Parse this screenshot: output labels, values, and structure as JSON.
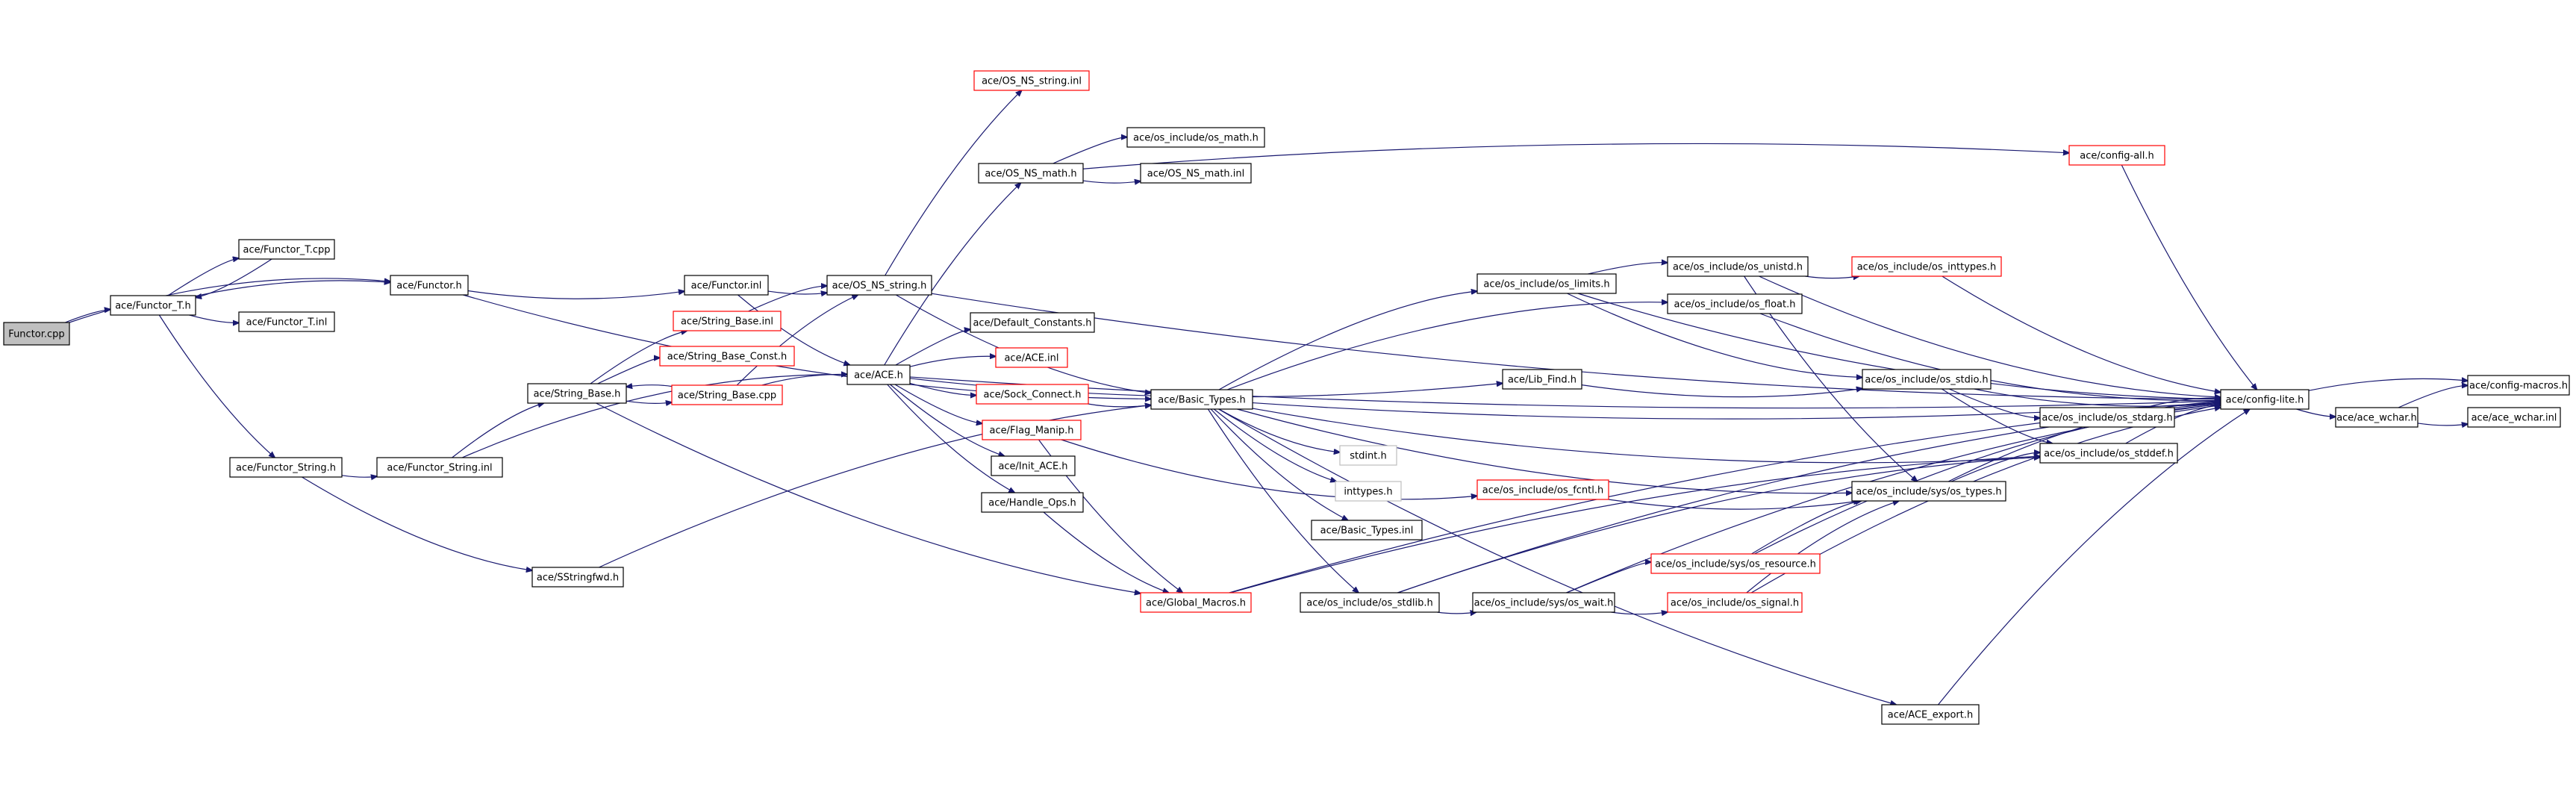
{
  "graph": {
    "colors": {
      "edge": "#191970",
      "node_border": "#000000",
      "missing_border": "#ff0000",
      "current_fill": "#bfbfbf",
      "nolink_border": "#bfbfbf"
    },
    "nodes": [
      {
        "id": "functor_cpp",
        "label": "Functor.cpp",
        "style": "current"
      },
      {
        "id": "functor_t_h",
        "label": "ace/Functor_T.h",
        "style": "normal"
      },
      {
        "id": "functor_t_cpp",
        "label": "ace/Functor_T.cpp",
        "style": "normal"
      },
      {
        "id": "functor_t_inl",
        "label": "ace/Functor_T.inl",
        "style": "normal"
      },
      {
        "id": "functor_string_h",
        "label": "ace/Functor_String.h",
        "style": "normal"
      },
      {
        "id": "functor_h",
        "label": "ace/Functor.h",
        "style": "normal"
      },
      {
        "id": "functor_string_inl",
        "label": "ace/Functor_String.inl",
        "style": "normal"
      },
      {
        "id": "sstringfwd_h",
        "label": "ace/SStringfwd.h",
        "style": "normal"
      },
      {
        "id": "string_base_h",
        "label": "ace/String_Base.h",
        "style": "normal"
      },
      {
        "id": "string_base_inl",
        "label": "ace/String_Base.inl",
        "style": "missing"
      },
      {
        "id": "string_base_const_h",
        "label": "ace/String_Base_Const.h",
        "style": "missing"
      },
      {
        "id": "string_base_cpp",
        "label": "ace/String_Base.cpp",
        "style": "missing"
      },
      {
        "id": "functor_inl",
        "label": "ace/Functor.inl",
        "style": "normal"
      },
      {
        "id": "os_ns_string_h",
        "label": "ace/OS_NS_string.h",
        "style": "normal"
      },
      {
        "id": "ace_h",
        "label": "ace/ACE.h",
        "style": "normal"
      },
      {
        "id": "os_ns_string_inl",
        "label": "ace/OS_NS_string.inl",
        "style": "missing"
      },
      {
        "id": "os_ns_math_h",
        "label": "ace/OS_NS_math.h",
        "style": "normal"
      },
      {
        "id": "os_math_h",
        "label": "ace/os_include/os_math.h",
        "style": "normal"
      },
      {
        "id": "os_ns_math_inl",
        "label": "ace/OS_NS_math.inl",
        "style": "normal"
      },
      {
        "id": "config_all_h",
        "label": "ace/config-all.h",
        "style": "missing"
      },
      {
        "id": "default_constants_h",
        "label": "ace/Default_Constants.h",
        "style": "normal"
      },
      {
        "id": "ace_inl",
        "label": "ace/ACE.inl",
        "style": "missing"
      },
      {
        "id": "sock_connect_h",
        "label": "ace/Sock_Connect.h",
        "style": "missing"
      },
      {
        "id": "flag_manip_h",
        "label": "ace/Flag_Manip.h",
        "style": "missing"
      },
      {
        "id": "init_ace_h",
        "label": "ace/Init_ACE.h",
        "style": "normal"
      },
      {
        "id": "handle_ops_h",
        "label": "ace/Handle_Ops.h",
        "style": "normal"
      },
      {
        "id": "global_macros_h",
        "label": "ace/Global_Macros.h",
        "style": "missing"
      },
      {
        "id": "basic_types_h",
        "label": "ace/Basic_Types.h",
        "style": "normal"
      },
      {
        "id": "stdint_h",
        "label": "stdint.h",
        "style": "nolink"
      },
      {
        "id": "inttypes_h",
        "label": "inttypes.h",
        "style": "nolink"
      },
      {
        "id": "basic_types_inl",
        "label": "ace/Basic_Types.inl",
        "style": "normal"
      },
      {
        "id": "os_stdlib_h",
        "label": "ace/os_include/os_stdlib.h",
        "style": "normal"
      },
      {
        "id": "os_limits_h",
        "label": "ace/os_include/os_limits.h",
        "style": "normal"
      },
      {
        "id": "os_unistd_h",
        "label": "ace/os_include/os_unistd.h",
        "style": "normal"
      },
      {
        "id": "os_inttypes_h",
        "label": "ace/os_include/os_inttypes.h",
        "style": "missing"
      },
      {
        "id": "os_float_h",
        "label": "ace/os_include/os_float.h",
        "style": "normal"
      },
      {
        "id": "lib_find_h",
        "label": "ace/Lib_Find.h",
        "style": "normal"
      },
      {
        "id": "os_stdio_h",
        "label": "ace/os_include/os_stdio.h",
        "style": "normal"
      },
      {
        "id": "os_stdarg_h",
        "label": "ace/os_include/os_stdarg.h",
        "style": "normal"
      },
      {
        "id": "os_stddef_h",
        "label": "ace/os_include/os_stddef.h",
        "style": "normal"
      },
      {
        "id": "os_fcntl_h",
        "label": "ace/os_include/os_fcntl.h",
        "style": "missing"
      },
      {
        "id": "sys_os_types_h",
        "label": "ace/os_include/sys/os_types.h",
        "style": "normal"
      },
      {
        "id": "sys_os_resource_h",
        "label": "ace/os_include/sys/os_resource.h",
        "style": "missing"
      },
      {
        "id": "sys_os_wait_h",
        "label": "ace/os_include/sys/os_wait.h",
        "style": "normal"
      },
      {
        "id": "os_signal_h",
        "label": "ace/os_include/os_signal.h",
        "style": "missing"
      },
      {
        "id": "ace_export_h",
        "label": "ace/ACE_export.h",
        "style": "normal"
      },
      {
        "id": "config_lite_h",
        "label": "ace/config-lite.h",
        "style": "normal"
      },
      {
        "id": "ace_wchar_h",
        "label": "ace/ace_wchar.h",
        "style": "normal"
      },
      {
        "id": "config_macros_h",
        "label": "ace/config-macros.h",
        "style": "normal"
      },
      {
        "id": "ace_wchar_inl",
        "label": "ace/ace_wchar.inl",
        "style": "normal"
      }
    ],
    "edges": [
      [
        "functor_cpp",
        "functor_t_h"
      ],
      [
        "functor_cpp",
        "functor_h"
      ],
      [
        "functor_t_h",
        "functor_t_cpp"
      ],
      [
        "functor_t_cpp",
        "functor_t_h"
      ],
      [
        "functor_t_h",
        "functor_t_inl"
      ],
      [
        "functor_t_h",
        "functor_h"
      ],
      [
        "functor_t_h",
        "functor_string_h"
      ],
      [
        "functor_string_h",
        "functor_string_inl"
      ],
      [
        "functor_string_h",
        "sstringfwd_h"
      ],
      [
        "functor_h",
        "functor_inl"
      ],
      [
        "functor_h",
        "basic_types_h"
      ],
      [
        "functor_inl",
        "os_ns_string_h"
      ],
      [
        "functor_inl",
        "ace_h"
      ],
      [
        "functor_string_inl",
        "string_base_h"
      ],
      [
        "functor_string_inl",
        "ace_h"
      ],
      [
        "sstringfwd_h",
        "basic_types_h"
      ],
      [
        "string_base_h",
        "string_base_inl"
      ],
      [
        "string_base_h",
        "string_base_const_h"
      ],
      [
        "string_base_h",
        "string_base_cpp"
      ],
      [
        "string_base_cpp",
        "string_base_h"
      ],
      [
        "string_base_h",
        "global_macros_h"
      ],
      [
        "string_base_cpp",
        "ace_h"
      ],
      [
        "string_base_cpp",
        "os_ns_string_h"
      ],
      [
        "string_base_inl",
        "os_ns_string_h"
      ],
      [
        "os_ns_string_h",
        "os_ns_string_inl"
      ],
      [
        "os_ns_string_h",
        "basic_types_h"
      ],
      [
        "os_ns_string_h",
        "config_lite_h"
      ],
      [
        "ace_h",
        "os_ns_math_h"
      ],
      [
        "ace_h",
        "default_constants_h"
      ],
      [
        "ace_h",
        "ace_inl"
      ],
      [
        "ace_h",
        "sock_connect_h"
      ],
      [
        "ace_h",
        "flag_manip_h"
      ],
      [
        "ace_h",
        "init_ace_h"
      ],
      [
        "ace_h",
        "handle_ops_h"
      ],
      [
        "ace_h",
        "lib_find_h"
      ],
      [
        "ace_h",
        "config_lite_h"
      ],
      [
        "os_ns_math_h",
        "os_math_h"
      ],
      [
        "os_ns_math_h",
        "os_ns_math_inl"
      ],
      [
        "os_ns_math_h",
        "config_all_h"
      ],
      [
        "config_all_h",
        "config_lite_h"
      ],
      [
        "sock_connect_h",
        "basic_types_h"
      ],
      [
        "flag_manip_h",
        "global_macros_h"
      ],
      [
        "flag_manip_h",
        "os_fcntl_h"
      ],
      [
        "handle_ops_h",
        "global_macros_h"
      ],
      [
        "global_macros_h",
        "os_stddef_h"
      ],
      [
        "global_macros_h",
        "config_lite_h"
      ],
      [
        "basic_types_h",
        "stdint_h"
      ],
      [
        "basic_types_h",
        "inttypes_h"
      ],
      [
        "basic_types_h",
        "basic_types_inl"
      ],
      [
        "basic_types_h",
        "os_stdlib_h"
      ],
      [
        "basic_types_h",
        "os_limits_h"
      ],
      [
        "basic_types_h",
        "os_float_h"
      ],
      [
        "basic_types_h",
        "sys_os_types_h"
      ],
      [
        "basic_types_h",
        "os_stddef_h"
      ],
      [
        "basic_types_h",
        "ace_export_h"
      ],
      [
        "basic_types_h",
        "config_lite_h"
      ],
      [
        "os_limits_h",
        "os_unistd_h"
      ],
      [
        "os_limits_h",
        "os_stdio_h"
      ],
      [
        "os_limits_h",
        "config_lite_h"
      ],
      [
        "os_unistd_h",
        "os_inttypes_h"
      ],
      [
        "os_unistd_h",
        "sys_os_types_h"
      ],
      [
        "os_unistd_h",
        "config_lite_h"
      ],
      [
        "os_inttypes_h",
        "config_lite_h"
      ],
      [
        "os_float_h",
        "config_lite_h"
      ],
      [
        "lib_find_h",
        "os_stdio_h"
      ],
      [
        "os_stdio_h",
        "os_stdarg_h"
      ],
      [
        "os_stdio_h",
        "os_stddef_h"
      ],
      [
        "os_stdio_h",
        "config_lite_h"
      ],
      [
        "os_stdarg_h",
        "config_lite_h"
      ],
      [
        "os_stddef_h",
        "config_lite_h"
      ],
      [
        "os_fcntl_h",
        "sys_os_types_h"
      ],
      [
        "sys_os_types_h",
        "os_stddef_h"
      ],
      [
        "sys_os_types_h",
        "config_lite_h"
      ],
      [
        "os_stdlib_h",
        "sys_os_wait_h"
      ],
      [
        "os_stdlib_h",
        "os_stddef_h"
      ],
      [
        "os_stdlib_h",
        "config_lite_h"
      ],
      [
        "sys_os_wait_h",
        "sys_os_resource_h"
      ],
      [
        "sys_os_wait_h",
        "os_signal_h"
      ],
      [
        "sys_os_wait_h",
        "config_lite_h"
      ],
      [
        "sys_os_resource_h",
        "sys_os_types_h"
      ],
      [
        "sys_os_resource_h",
        "config_lite_h"
      ],
      [
        "os_signal_h",
        "sys_os_types_h"
      ],
      [
        "os_signal_h",
        "config_lite_h"
      ],
      [
        "ace_export_h",
        "config_lite_h"
      ],
      [
        "config_lite_h",
        "config_macros_h"
      ],
      [
        "config_lite_h",
        "ace_wchar_h"
      ],
      [
        "ace_wchar_h",
        "config_macros_h"
      ],
      [
        "ace_wchar_h",
        "ace_wchar_inl"
      ]
    ]
  }
}
